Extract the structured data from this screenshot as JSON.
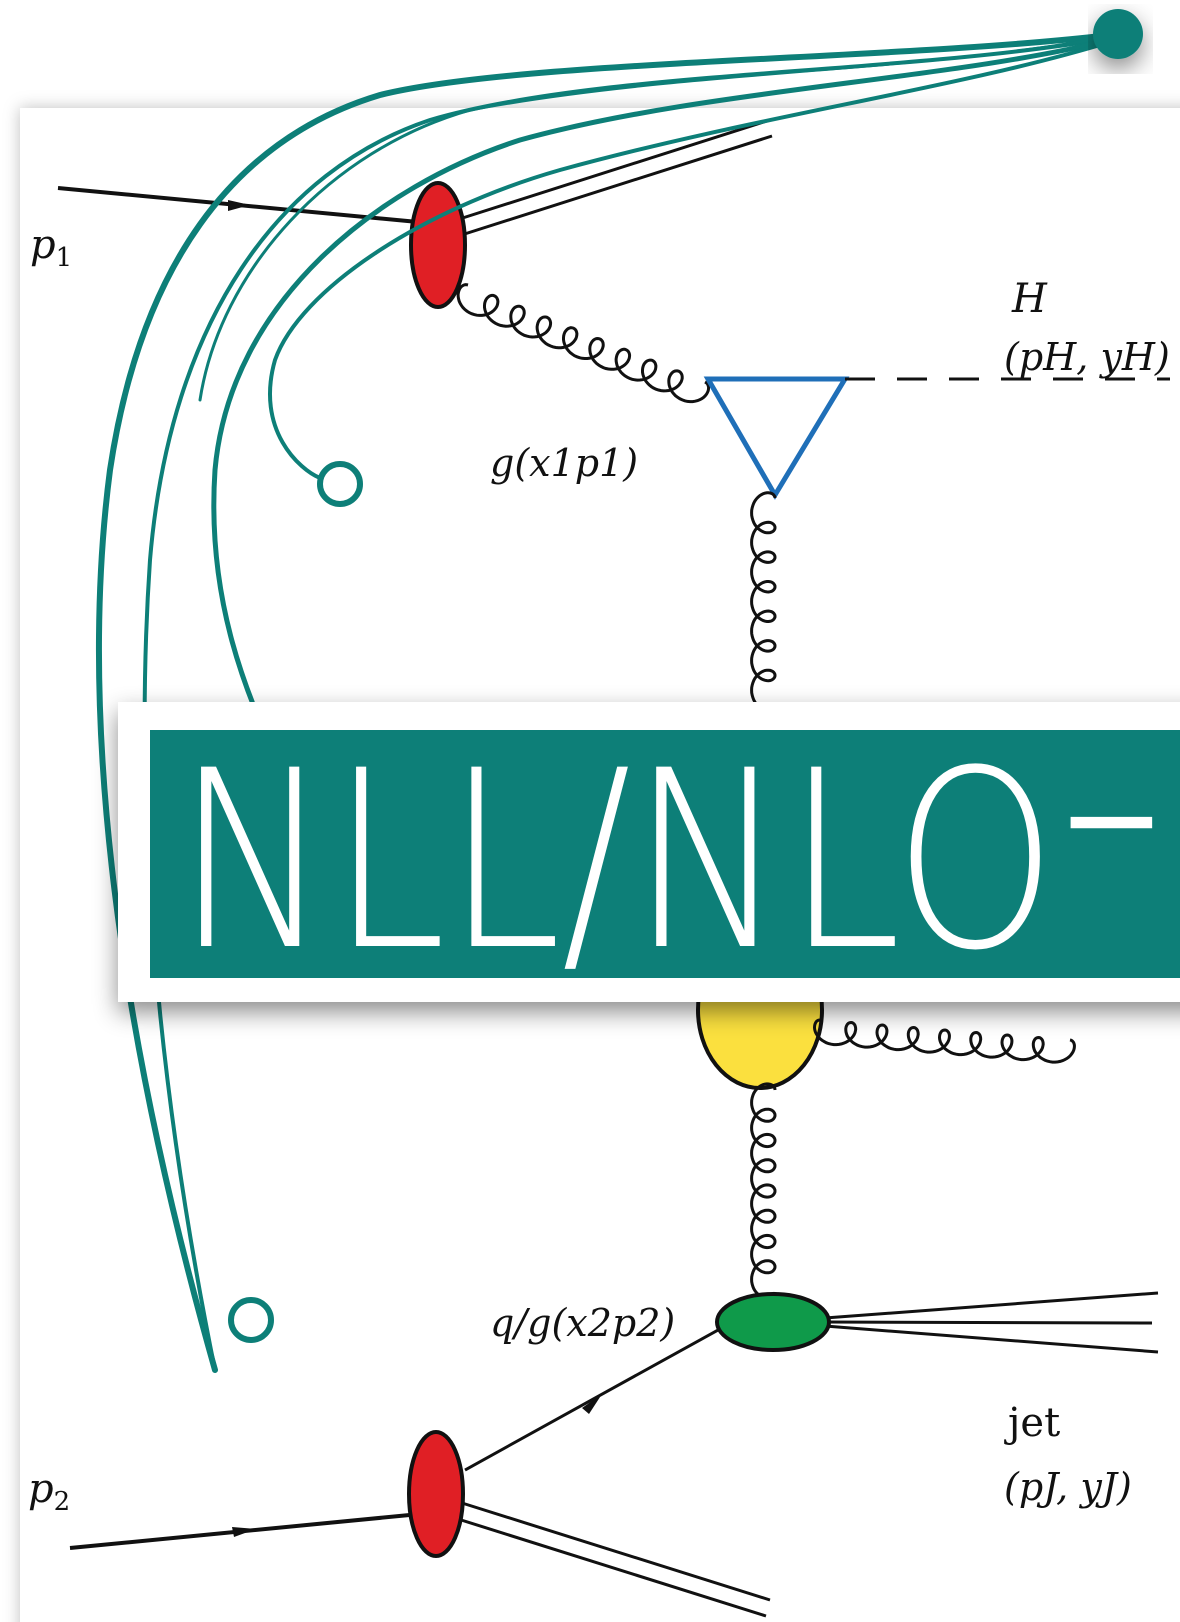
{
  "labels": {
    "p1": "p",
    "p1_sub": "1",
    "p2": "p",
    "p2_sub": "2",
    "higgs": "H",
    "higgs_kin": "(pH, yH)",
    "gluon1": "g(x1p1)",
    "parton2": "q/g(x2p2)",
    "jet": "jet",
    "jet_kin": "(pJ, yJ)"
  },
  "banner": {
    "text": "NLL/NLO⁻"
  },
  "colors": {
    "teal": "#0d7f78",
    "teal_dark": "#0a6e69",
    "proton_red": "#e01f25",
    "blob_yellow": "#fbe03e",
    "blob_green": "#0f9a4a",
    "vertex_blue": "#1f6fb8",
    "line": "#111111"
  },
  "icons": {
    "knot": "teal-knot-icon",
    "loop1": "teal-loop-icon",
    "loop2": "teal-loop-icon"
  }
}
